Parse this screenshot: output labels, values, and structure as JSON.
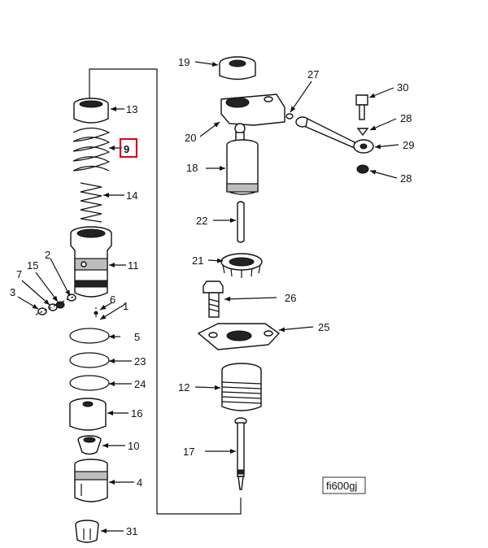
{
  "figure_id": "fi600gj",
  "highlighted_callout": "9",
  "callouts": {
    "c1": "1",
    "c2": "2",
    "c3": "3",
    "c4": "4",
    "c5": "5",
    "c6": "6",
    "c7": "7",
    "c9": "9",
    "c10": "10",
    "c11": "11",
    "c12": "12",
    "c13": "13",
    "c14": "14",
    "c15": "15",
    "c16": "16",
    "c17": "17",
    "c18": "18",
    "c19": "19",
    "c20": "20",
    "c21": "21",
    "c22": "22",
    "c23": "23",
    "c24": "24",
    "c25": "25",
    "c26": "26",
    "c27": "27",
    "c28a": "28",
    "c28b": "28",
    "c29": "29",
    "c30": "30",
    "c31": "31"
  }
}
